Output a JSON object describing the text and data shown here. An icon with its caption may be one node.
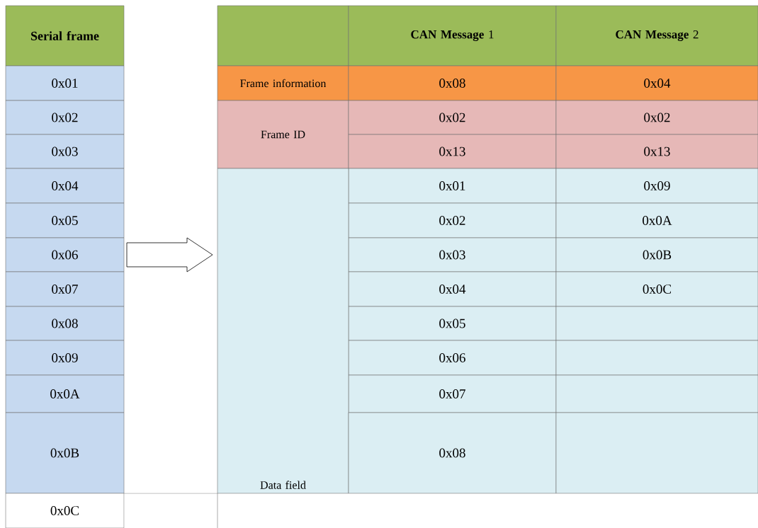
{
  "diagram": {
    "labels": [
      "Serial frame",
      "0x01",
      "0x02",
      "0x03",
      "0x04",
      "0x05",
      "0x06",
      "0x07",
      "0x08",
      "0x09",
      "0x0A",
      "0x0B",
      "0x0C",
      "**CAN Message** 1",
      "**CAN Message** 2",
      "Frame information",
      "0x08",
      "0x04",
      "Frame ID",
      "0x02",
      "0x02",
      "0x13",
      "0x13",
      "0x01",
      "0x09",
      "0x02",
      "0x0A",
      "0x03",
      "0x0B",
      "0x04",
      "0x0C",
      "0x05",
      "0x06",
      "0x07",
      "Data field",
      "0x08"
    ]
  }
}
